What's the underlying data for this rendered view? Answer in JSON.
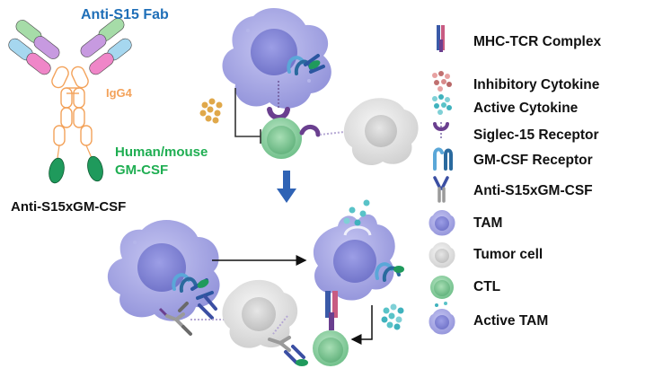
{
  "labels": {
    "fab": "Anti-S15 Fab",
    "igg4": "IgG4",
    "gmcsf": "Human/mouse GM-CSF",
    "bispecific": "Anti-S15xGM-CSF"
  },
  "legend": [
    {
      "label": "MHC-TCR Complex",
      "icon": "mhc-tcr-complex-icon"
    },
    {
      "label": "Inhibitory Cytokine",
      "icon": "inhibitory-cytokine-icon"
    },
    {
      "label": "Active Cytokine",
      "icon": "active-cytokine-icon"
    },
    {
      "label": "Siglec-15 Receptor",
      "icon": "siglec15-receptor-icon"
    },
    {
      "label": "GM-CSF Receptor",
      "icon": "gmcsf-receptor-icon"
    },
    {
      "label": "Anti-S15xGM-CSF",
      "icon": "bispecific-antibody-icon"
    },
    {
      "label": "TAM",
      "icon": "tam-icon"
    },
    {
      "label": "Tumor cell",
      "icon": "tumor-cell-icon"
    },
    {
      "label": "CTL",
      "icon": "ctl-icon"
    },
    {
      "label": "Active TAM",
      "icon": "active-tam-icon"
    }
  ],
  "colors": {
    "tam_purple": "#9e9fe0",
    "tam_nucleus": "#7c7fd0",
    "ctl_green": "#8fd1a6",
    "tumor_gray": "#e4e4e4",
    "fab_blue": "#1f6fb8",
    "igg4_orange": "#f3a25a",
    "gmcsf_green": "#1fae52",
    "arrow_blue": "#2f63b5"
  }
}
